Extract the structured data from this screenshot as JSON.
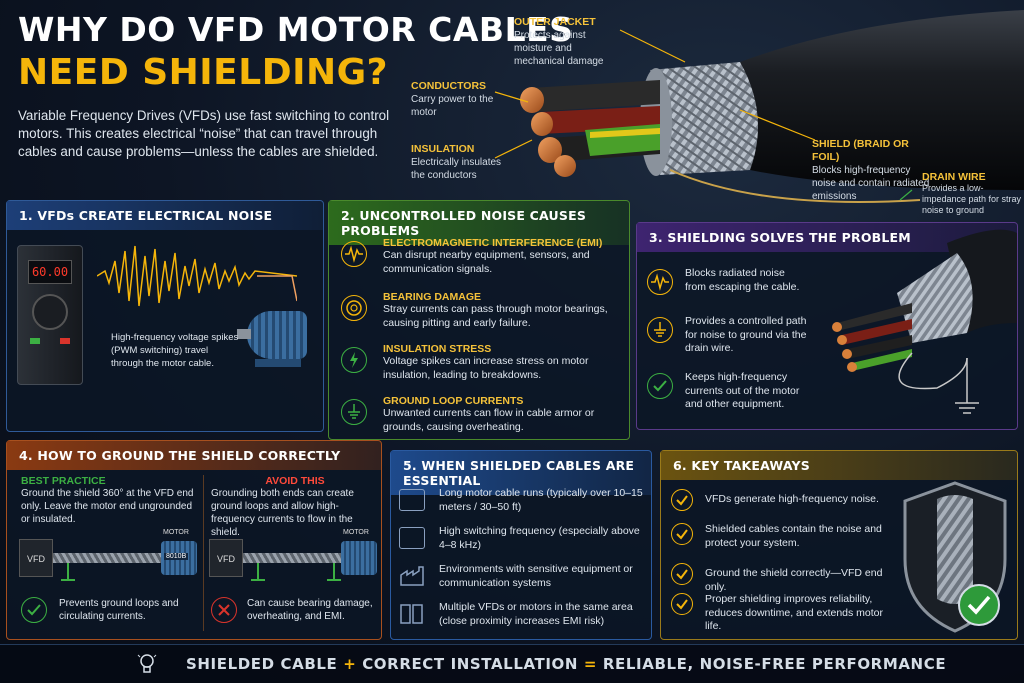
{
  "header": {
    "title_line1": "WHY DO VFD MOTOR CABLES",
    "title_line2": "NEED SHIELDING?",
    "intro": "Variable Frequency Drives (VFDs) use fast switching to control motors. This creates electrical “noise” that can travel through cables and cause problems—unless the cables are shielded."
  },
  "callouts": {
    "outer_jacket": {
      "title": "OUTER JACKET",
      "text": "Protects against moisture and mechanical damage"
    },
    "conductors": {
      "title": "CONDUCTORS",
      "text": "Carry power to the motor"
    },
    "insulation": {
      "title": "INSULATION",
      "text": "Electrically insulates the conductors"
    },
    "shield": {
      "title": "SHIELD (BRAID OR FOIL)",
      "text": "Blocks high-frequency noise and contain radiated emissions"
    },
    "drain_wire": {
      "title": "DRAIN WIRE",
      "text": "Provides a low-impedance path for stray noise to ground"
    }
  },
  "panel1": {
    "title": "1.  VFDs CREATE ELECTRICAL NOISE",
    "vfd_display": "60.00",
    "text": "High-frequency voltage spikes (PWM switching) travel through the motor cable."
  },
  "panel2": {
    "title": "2. UNCONTROLLED NOISE CAUSES PROBLEMS",
    "items": [
      {
        "title": "ELECTROMAGNETIC INTERFERENCE (EMI)",
        "text": "Can disrupt nearby equipment, sensors, and communication signals.",
        "icon": "waveform-icon"
      },
      {
        "title": "BEARING DAMAGE",
        "text": "Stray currents can pass through motor bearings, causing pitting and early failure.",
        "icon": "bearing-icon"
      },
      {
        "title": "INSULATION STRESS",
        "text": "Voltage spikes can increase stress on motor insulation, leading to breakdowns.",
        "icon": "lightning-shield-icon"
      },
      {
        "title": "GROUND LOOP CURRENTS",
        "text": "Unwanted currents can flow in cable armor or grounds, causing overheating.",
        "icon": "ground-icon"
      }
    ]
  },
  "panel3": {
    "title": "3. SHIELDING SOLVES THE PROBLEM",
    "items": [
      {
        "text": "Blocks radiated noise from escaping the cable.",
        "icon": "waveform-icon"
      },
      {
        "text": "Provides a controlled path for noise to ground via the drain wire.",
        "icon": "ground-icon"
      },
      {
        "text": "Keeps high-frequency currents out of the motor and other equipment.",
        "icon": "check-icon"
      }
    ]
  },
  "panel4": {
    "title": "4. HOW TO GROUND THE SHIELD CORRECTLY",
    "best": {
      "title": "BEST PRACTICE",
      "text": "Ground the shield 360° at the VFD end only. Leave the motor end ungrounded or insulated.",
      "result": "Prevents ground loops and circulating currents."
    },
    "avoid": {
      "title": "AVOID THIS",
      "text": "Grounding both ends can create ground loops and allow high-frequency currents to flow in the shield.",
      "result": "Can cause bearing damage, overheating, and EMI."
    },
    "vfd_label": "VFD",
    "motor_label": "MOTOR",
    "motor_badge": "8010B"
  },
  "panel5": {
    "title": "5. WHEN SHIELDED CABLES ARE ESSENTIAL",
    "items": [
      {
        "text": "Long motor cable runs (typically over 10–15 meters / 30–50 ft)",
        "icon": "cable-run-icon"
      },
      {
        "text": "High switching frequency (especially above 4–8 kHz)",
        "icon": "chip-icon"
      },
      {
        "text": "Environments with sensitive equipment or communication systems",
        "icon": "factory-icon"
      },
      {
        "text": "Multiple VFDs or motors in the same area (close proximity increases EMI risk)",
        "icon": "multi-vfd-icon"
      }
    ]
  },
  "panel6": {
    "title": "6.  KEY TAKEAWAYS",
    "items": [
      {
        "text": "VFDs generate high-frequency noise."
      },
      {
        "text": "Shielded cables contain the noise and protect your system."
      },
      {
        "text": "Ground the shield correctly—VFD end only."
      },
      {
        "text": "Proper shielding improves reliability, reduces downtime, and extends motor life."
      }
    ]
  },
  "footer": {
    "part1": "SHIELDED CABLE",
    "plus": "+",
    "part2": "CORRECT INSTALLATION",
    "equals": "=",
    "part3": "RELIABLE, NOISE-FREE PERFORMANCE"
  },
  "colors": {
    "accent": "#f5b50a",
    "background": "#0d1524",
    "green": "#3cb043",
    "red": "#d9342b"
  }
}
